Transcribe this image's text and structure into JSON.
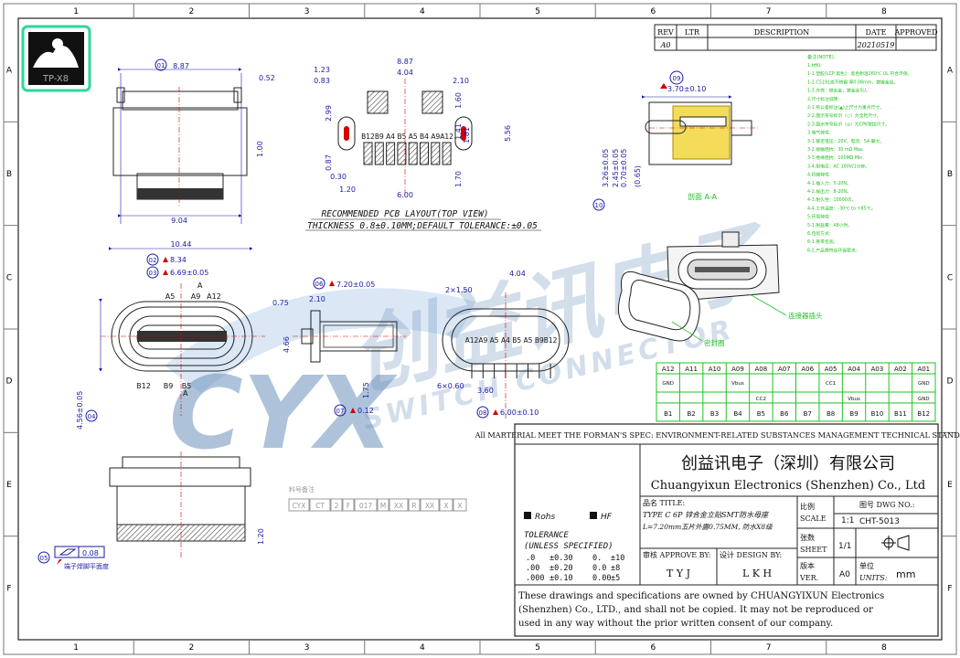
{
  "border": {
    "columns": [
      "1",
      "2",
      "3",
      "4",
      "5",
      "6",
      "7",
      "8"
    ],
    "rows": [
      "A",
      "B",
      "C",
      "D",
      "E",
      "F"
    ]
  },
  "logo": {
    "text": "TP-X8"
  },
  "revision": {
    "headers": [
      "REV",
      "LTR",
      "DESCRIPTION",
      "DATE",
      "APPROVED"
    ],
    "row": [
      "A0",
      "",
      "",
      "20210519",
      ""
    ]
  },
  "notes": {
    "title": "备注(NOTE):",
    "lines": [
      "1.材料:",
      "1-1.塑胶(LCP 黑色)：黑色耐温260℃ UL 符合环保。",
      "1-2.C5191或不锈钢 厚0.08mm，镀镍金层。",
      "1-3.外壳：铁合金，镀金全5U。",
      "2.尺寸标注说明：",
      "2-1.有公差标注(▲)之尺寸为重点尺寸。",
      "2-2.图示符号标识（○）为全检尺寸。",
      "2-3.图示符号标识（◎）为CPK管控尺寸。",
      "3.电气特性：",
      "3-1.额定电压：20V，电流：5A 最大。",
      "3-2.接触阻抗：30 mΩ Max.",
      "3-3.绝缘阻抗：100MΩ Min.",
      "3-4.耐电压：AC 100V/1分钟。",
      "4.机械特性：",
      "4-1.插入力：5-20N。",
      "4-2.拔出力：8-20N。",
      "4-3.耐久性：10000次。",
      "4-4.工作温度：-30℃ to +85℃。",
      "5.环境特性：",
      "5-1.耐盐雾：48小时。",
      "6.包装方式：",
      "6-1.卷带包装。",
      "6-2.产品需符合环保要求。"
    ]
  },
  "views": {
    "front": {
      "dim_width": "9.04",
      "dim_top": "8.87",
      "dim_right_top": "0.52",
      "dim_right_mid": "1.00",
      "call_out": "01"
    },
    "pcb": {
      "dims": [
        "8.87",
        "4.04",
        "2.10",
        "1.23",
        "0.83",
        "2.99",
        "1.60",
        "1.41",
        "1.81",
        "5.56",
        "0.87",
        "0.30",
        "1.20",
        "6.00",
        "1.70"
      ],
      "pins": [
        "B12",
        "B9",
        "A4",
        "B5",
        "A5",
        "B4",
        "A9",
        "A12"
      ],
      "title1": "RECOMMENDED PCB LAYOUT(TOP VIEW)",
      "title2": "THICKNESS 0.8±0.10MM;DEFAULT TOLERANCE:±0.05"
    },
    "side": {
      "call_out": "09",
      "value": "3.70±0.10",
      "left_dims": [
        "3.26±0.05",
        "2.45±0.05",
        "0.70±0.05",
        "(0.65)"
      ],
      "label": "10",
      "section": "剖面 A-A"
    },
    "face": {
      "width": "10.44",
      "call_2": "02",
      "val_2": "8.34",
      "call_3": "03",
      "val_3": "6.69±0.05",
      "pins_top": [
        "A5",
        "A9",
        "A12"
      ],
      "pins_bottom": [
        "B12",
        "B9",
        "B5"
      ],
      "height": "4.56±0.05",
      "call_4": "04",
      "section": "A"
    },
    "profile": {
      "call_6": "06",
      "val_6": "7.20±0.05",
      "dim_a": "0.75",
      "dim_b": "2.10",
      "dim_c": "4.66",
      "dim_d": "1.75",
      "call_7": "07",
      "val_7": "0.12"
    },
    "pinout": {
      "top_dims": [
        "4.04",
        "2×1.50"
      ],
      "pins": [
        "A12",
        "A9",
        "A5",
        "A4",
        "B5",
        "A5",
        "B9",
        "B12"
      ],
      "bottom_dims": [
        "6×0.60",
        "3.60"
      ],
      "call_8": "08",
      "val_8": "6.00±0.10"
    },
    "bottom": {
      "call_5": "05",
      "val_5": "0.08",
      "note": "端子焊脚平面度",
      "dim": "1.20"
    },
    "iso": {
      "label1": "连接器插头",
      "label2": "密封圈"
    }
  },
  "pin_table": {
    "top_labels": [
      "A12",
      "A11",
      "A10",
      "A09",
      "A08",
      "A07",
      "A06",
      "A05",
      "A04",
      "A03",
      "A02",
      "A01"
    ],
    "top_signals": [
      "GND",
      "",
      "",
      "Vbus",
      "",
      "",
      "",
      "CC1",
      "",
      "",
      "",
      "GND"
    ],
    "bottom_signals": [
      "",
      "",
      "",
      "",
      "CC2",
      "",
      "",
      "",
      "Vbus",
      "",
      "",
      "GND"
    ],
    "bottom_labels": [
      "B1",
      "B2",
      "B3",
      "B4",
      "B5",
      "B6",
      "B7",
      "B8",
      "B9",
      "B10",
      "B11",
      "B12"
    ]
  },
  "title_block": {
    "material_line": "All MARTERIAL MEET THE FORMAN'S SPEC: ENVIRONMENT-RELATED SUBSTANCES MANAGEMENT TECHNICAL STANDARD",
    "company_cn": "创益讯电子（深圳）有限公司",
    "company_en": "Chuangyixun Electronics (Shenzhen) Co., Ltd",
    "part_no_label": "料号备注",
    "part_no_cells": [
      "CYX",
      "CT",
      "2",
      "F",
      "017",
      "M",
      "XX",
      "R",
      "XX",
      "X",
      "X"
    ],
    "rohs": "Rohs",
    "hf": "HF",
    "tolerance_title": "TOLERANCE",
    "tolerance_sub": "(UNLESS SPECIFIED)",
    "tol_rows": [
      [
        ".0",
        "±0.30",
        "0.",
        "±10"
      ],
      [
        ".00",
        "±0.20",
        "0.0",
        "±8"
      ],
      [
        ".000",
        "±0.10",
        "0.00",
        "±5"
      ]
    ],
    "title_label": "品名 TITLE:",
    "title_line1": "TYPE C 6P 锌合金立贴SMT防水母座",
    "title_line2": "L=7.20mm五片外露0.75MM, 防水X8级",
    "approve_label": "审核 APPROVE BY:",
    "approve": "T Y J",
    "design_label": "设计 DESIGN BY:",
    "design": "L K H",
    "scale_label1": "比例",
    "scale_label2": "SCALE",
    "scale": "1:1",
    "dwg_label": "图号 DWG NO.:",
    "dwg": "CHT-5013",
    "sheet_label1": "张数",
    "sheet_label2": "SHEET",
    "sheet": "1/1",
    "ver_label1": "版本",
    "ver_label2": "VER.",
    "ver": "A0",
    "units_label1": "单位",
    "units_label2": "UNITS:",
    "units": "mm",
    "footer": [
      "These drawings and specifications are owned by CHUANGYIXUN Electronics",
      "(Shenzhen) Co., LTD., and shall not be copied. It may not be reproduced or",
      "used in any way without the prior written consent of our company."
    ]
  },
  "watermark": {
    "cn": "创益讯电子",
    "brand": "CYX",
    "sub": "SWITCH CONNECTOR"
  },
  "colors": {
    "dim_blue": "#1a1aa8",
    "red": "#d40000",
    "note_green": "#22c022",
    "accent": "#e6c200",
    "watermark": "#3a6ea5"
  }
}
